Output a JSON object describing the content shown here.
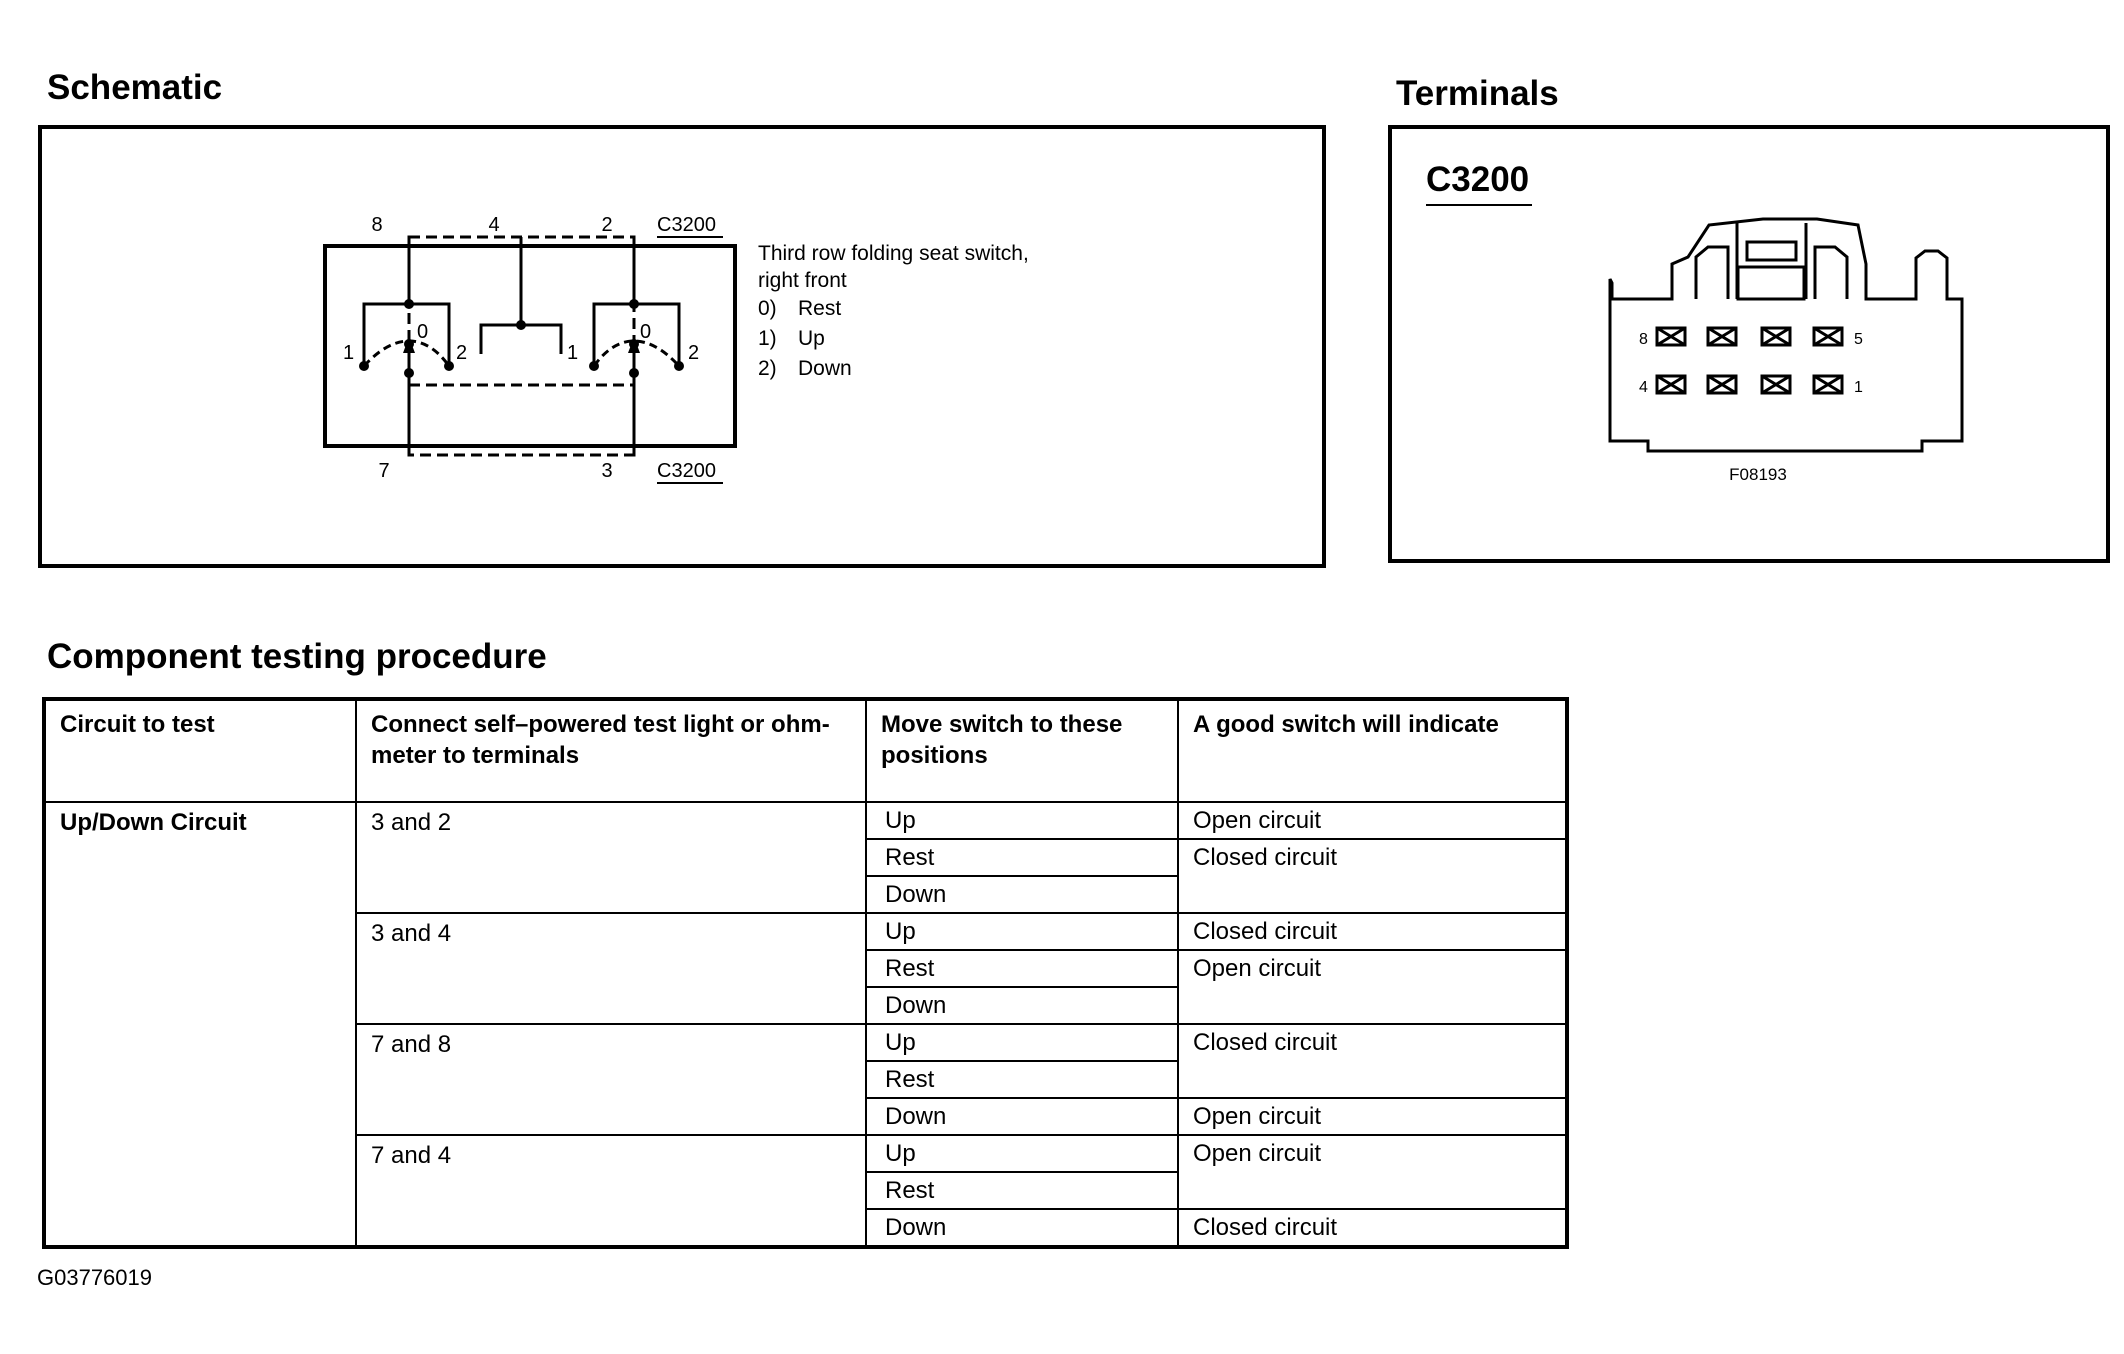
{
  "schematic": {
    "title": "Schematic",
    "connector_top": "C3200",
    "connector_bottom": "C3200",
    "pins_top": [
      "8",
      "4",
      "2"
    ],
    "pins_bottom": [
      "7",
      "3"
    ],
    "switch_left": {
      "pos1": "1",
      "pos0": "0",
      "pos2": "2"
    },
    "switch_right": {
      "pos1": "1",
      "pos0": "0",
      "pos2": "2"
    },
    "description_line1": "Third row folding seat switch,",
    "description_line2": "right front",
    "positions": [
      {
        "num": "0)",
        "label": "Rest"
      },
      {
        "num": "1)",
        "label": "Up"
      },
      {
        "num": "2)",
        "label": "Down"
      }
    ]
  },
  "terminals": {
    "title": "Terminals",
    "connector": "C3200",
    "pin_top_left": "8",
    "pin_top_right": "5",
    "pin_bottom_left": "4",
    "pin_bottom_right": "1",
    "figure_code": "F08193"
  },
  "procedure": {
    "title": "Component testing procedure",
    "headers": [
      "Circuit to test",
      "Connect self–powered test light or ohm-\nmeter to terminals",
      "Move switch to these\npositions",
      "A good switch will indicate"
    ],
    "circuit": "Up/Down Circuit",
    "groups": [
      {
        "terminals": "3 and 2",
        "positions": [
          "Up",
          "Rest",
          "Down"
        ],
        "indications": [
          "Open circuit",
          "Closed circuit",
          ""
        ]
      },
      {
        "terminals": "3 and 4",
        "positions": [
          "Up",
          "Rest",
          "Down"
        ],
        "indications": [
          "Closed circuit",
          "Open circuit",
          ""
        ]
      },
      {
        "terminals": "7 and 8",
        "positions": [
          "Up",
          "Rest",
          "Down"
        ],
        "indications": [
          "Closed circuit",
          "",
          "Open circuit"
        ]
      },
      {
        "terminals": "7 and 4",
        "positions": [
          "Up",
          "Rest",
          "Down"
        ],
        "indications": [
          "Open circuit",
          "",
          "Closed circuit"
        ]
      }
    ]
  },
  "figure_id": "G03776019"
}
